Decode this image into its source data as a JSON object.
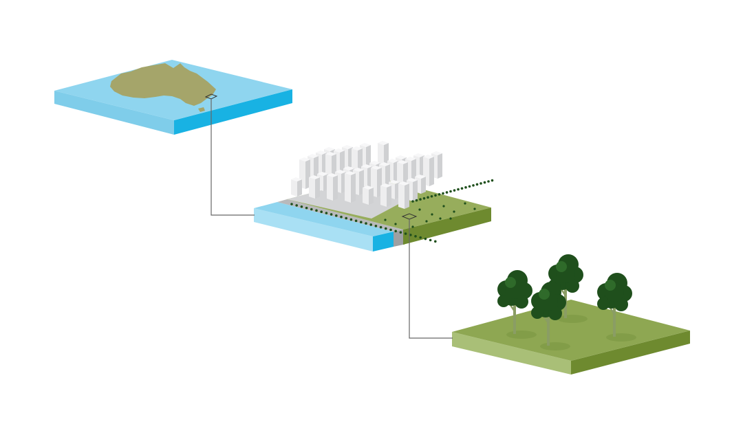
{
  "diagram": {
    "kind": "multi-scale isometric zoom",
    "tiles": [
      {
        "id": "continent",
        "depicts": "australia-map",
        "icon": "australia-icon"
      },
      {
        "id": "city",
        "depicts": "coastal-city-with-river-and-green-belt",
        "icon": "city-icon"
      },
      {
        "id": "trees",
        "depicts": "grove-of-four-trees",
        "icon": "tree-icon"
      }
    ],
    "connectors": [
      {
        "from": "continent",
        "to": "city"
      },
      {
        "from": "city",
        "to": "trees"
      }
    ]
  },
  "colors": {
    "background": "#ffffff",
    "ocean_top": "#8fd5ef",
    "ocean_side_left": "#7fcdea",
    "ocean_side_right": "#18b2e3",
    "land": "#a5a56a",
    "grass_top": "#8ea752",
    "grass_side_left": "#a9bf77",
    "grass_side_right": "#6e8a2f",
    "building_light": "#eeeeef",
    "building_dark": "#cfd0d2",
    "tree_foliage": "#1f4f1c",
    "tree_trunk": "#8a9d64",
    "connector": "#666666"
  }
}
